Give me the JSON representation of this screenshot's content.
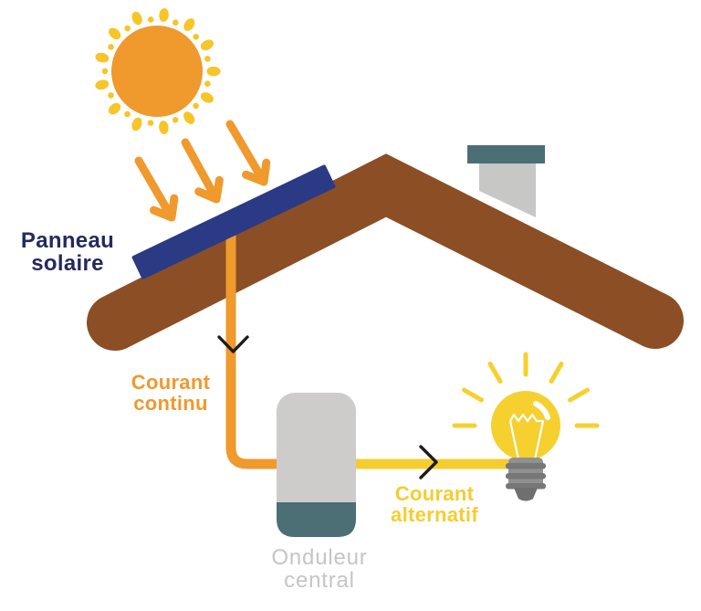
{
  "diagram": {
    "labels": {
      "panel": {
        "line1": "Panneau",
        "line2": "solaire"
      },
      "dc_current": {
        "line1": "Courant",
        "line2": "continu"
      },
      "ac_current": {
        "line1": "Courant",
        "line2": "alternatif"
      },
      "inverter": {
        "line1": "Onduleur",
        "line2": "central"
      }
    },
    "icons": {
      "sun": "sun-icon",
      "sunlight_arrows": "sunlight-arrows-icon",
      "roof": "house-roof",
      "solar_panel": "solar-panel",
      "chimney": "chimney",
      "dc_wire": "dc-wire",
      "ac_wire": "ac-wire",
      "down_arrow": "arrow-down-icon",
      "right_arrow": "arrow-right-icon",
      "inverter": "inverter-box",
      "bulb": "lightbulb-icon"
    },
    "colors": {
      "background": "#ffffff",
      "sun_orange": "#f0992d",
      "ray_gold": "#f7c527",
      "arrow_orange": "#f0992d",
      "roof_brown": "#8b4e25",
      "panel_navy": "#2a3a85",
      "text_navy": "#242a5d",
      "wire_orange": "#f0992d",
      "wire_yellow": "#f5cd30",
      "bulb_yellow": "#f5d02f",
      "teal": "#4c6e75",
      "inverter_gray": "#cdccca",
      "chimney_gray": "#c7c7c5",
      "label_gray": "#c5c5c5",
      "chevron_black": "#1c1c1c",
      "base_gray": "#909090",
      "base_stripe_gray": "#777777",
      "base_tip_gray": "#6f6f6f"
    }
  }
}
